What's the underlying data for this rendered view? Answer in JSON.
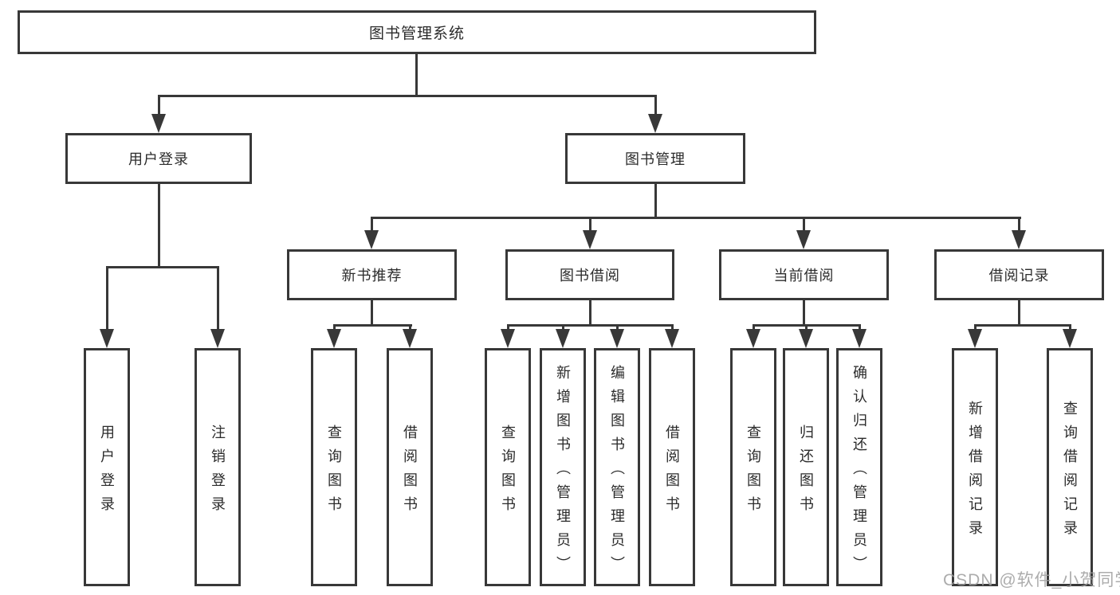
{
  "diagram": {
    "line_color": "#383838",
    "root": {
      "label": "图书管理系统"
    },
    "user_login": {
      "label": "用户登录",
      "children": [
        "用户登录",
        "注销登录"
      ]
    },
    "book_mgmt": {
      "label": "图书管理",
      "sections": [
        {
          "label": "新书推荐",
          "children": [
            "查询图书",
            "借阅图书"
          ]
        },
        {
          "label": "图书借阅",
          "children": [
            "查询图书",
            "新增图书（管理员）",
            "编辑图书（管理员）",
            "借阅图书"
          ]
        },
        {
          "label": "当前借阅",
          "children": [
            "查询图书",
            "归还图书",
            "确认归还（管理员）"
          ]
        },
        {
          "label": "借阅记录",
          "children": [
            "新增借阅记录",
            "查询借阅记录"
          ]
        }
      ]
    }
  },
  "watermark": {
    "text": "CSDN @软件_小贺同学"
  }
}
